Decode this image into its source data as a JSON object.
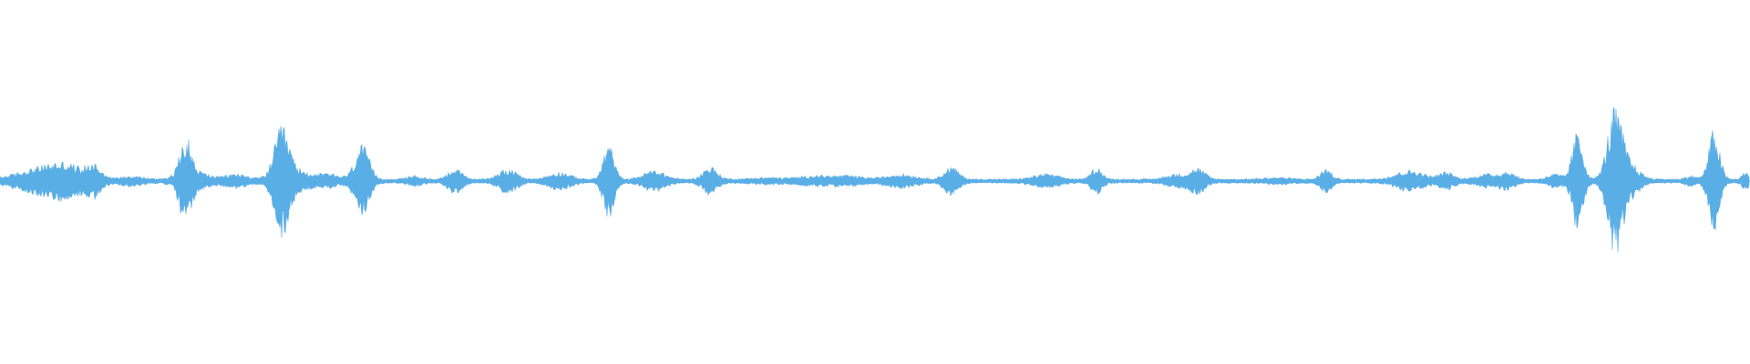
{
  "waveform": {
    "color": "#5aaee6",
    "background": "#ffffff",
    "baseline_level": 0.012,
    "bursts": [
      {
        "t": 0.02,
        "amp": 0.05,
        "width": 0.012
      },
      {
        "t": 0.038,
        "amp": 0.08,
        "width": 0.01
      },
      {
        "t": 0.054,
        "amp": 0.07,
        "width": 0.004
      },
      {
        "t": 0.075,
        "amp": 0.02,
        "width": 0.006
      },
      {
        "t": 0.106,
        "amp": 0.21,
        "width": 0.003
      },
      {
        "t": 0.11,
        "amp": 0.05,
        "width": 0.008
      },
      {
        "t": 0.135,
        "amp": 0.03,
        "width": 0.006
      },
      {
        "t": 0.161,
        "amp": 0.25,
        "width": 0.004
      },
      {
        "t": 0.166,
        "amp": 0.06,
        "width": 0.008
      },
      {
        "t": 0.187,
        "amp": 0.03,
        "width": 0.007
      },
      {
        "t": 0.207,
        "amp": 0.19,
        "width": 0.004
      },
      {
        "t": 0.237,
        "amp": 0.02,
        "width": 0.004
      },
      {
        "t": 0.26,
        "amp": 0.06,
        "width": 0.004
      },
      {
        "t": 0.29,
        "amp": 0.06,
        "width": 0.005
      },
      {
        "t": 0.32,
        "amp": 0.04,
        "width": 0.006
      },
      {
        "t": 0.348,
        "amp": 0.2,
        "width": 0.003
      },
      {
        "t": 0.374,
        "amp": 0.05,
        "width": 0.006
      },
      {
        "t": 0.406,
        "amp": 0.07,
        "width": 0.004
      },
      {
        "t": 0.44,
        "amp": 0.01,
        "width": 0.01
      },
      {
        "t": 0.466,
        "amp": 0.02,
        "width": 0.008
      },
      {
        "t": 0.485,
        "amp": 0.02,
        "width": 0.008
      },
      {
        "t": 0.515,
        "amp": 0.03,
        "width": 0.008
      },
      {
        "t": 0.544,
        "amp": 0.07,
        "width": 0.004
      },
      {
        "t": 0.598,
        "amp": 0.03,
        "width": 0.007
      },
      {
        "t": 0.627,
        "amp": 0.07,
        "width": 0.003
      },
      {
        "t": 0.673,
        "amp": 0.03,
        "width": 0.006
      },
      {
        "t": 0.685,
        "amp": 0.06,
        "width": 0.004
      },
      {
        "t": 0.73,
        "amp": 0.01,
        "width": 0.008
      },
      {
        "t": 0.758,
        "amp": 0.06,
        "width": 0.003
      },
      {
        "t": 0.806,
        "amp": 0.05,
        "width": 0.008
      },
      {
        "t": 0.827,
        "amp": 0.04,
        "width": 0.004
      },
      {
        "t": 0.85,
        "amp": 0.03,
        "width": 0.006
      },
      {
        "t": 0.862,
        "amp": 0.04,
        "width": 0.004
      },
      {
        "t": 0.889,
        "amp": 0.03,
        "width": 0.004
      },
      {
        "t": 0.902,
        "amp": 0.27,
        "width": 0.003
      },
      {
        "t": 0.923,
        "amp": 0.35,
        "width": 0.004
      },
      {
        "t": 0.93,
        "amp": 0.1,
        "width": 0.006
      },
      {
        "t": 0.967,
        "amp": 0.02,
        "width": 0.003
      },
      {
        "t": 0.98,
        "amp": 0.28,
        "width": 0.003
      },
      {
        "t": 0.998,
        "amp": 0.04,
        "width": 0.002
      }
    ]
  }
}
